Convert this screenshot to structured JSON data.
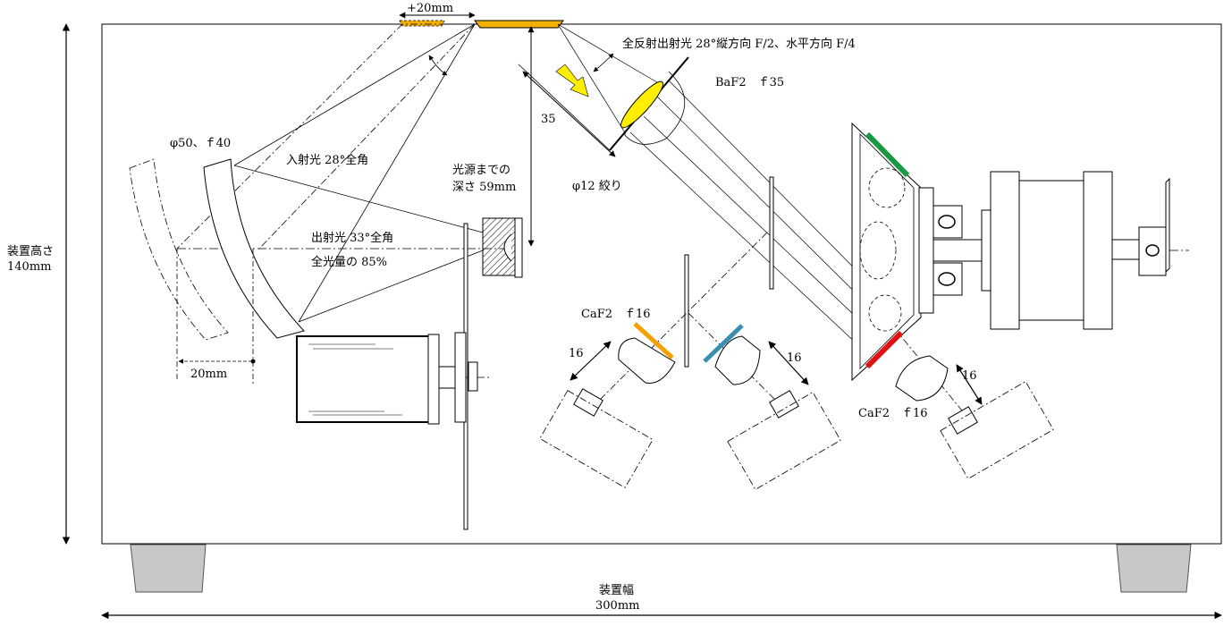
{
  "labels": {
    "offset": "+20mm",
    "exit_light": "全反射出射光 28°縦方向 F/2、水平方向 F/4",
    "baf2": "BaF2　ｆ35",
    "mirror": "φ50、ｆ40",
    "incident": "入射光 28°全角",
    "depth_1": "光源までの",
    "depth_2": "深さ 59mm",
    "aperture": "φ12 絞り",
    "dist_35": "35",
    "output_1": "出射光 33°全角",
    "output_2": "全光量の 85%",
    "height_1": "装置高さ",
    "height_2": "140mm",
    "dist_20": "20mm",
    "caf2_left": "CaF2　ｆ16",
    "caf2_right": "CaF2　ｆ16",
    "d16_a": "16",
    "d16_b": "16",
    "d16_c": "16",
    "width_1": "装置幅",
    "width_2": "300mm"
  },
  "colors": {
    "source_mirror": "#f5b000",
    "lens_yellow": "#ffee00",
    "arrow_yellow": "#ffee00",
    "filter_orange": "#f5a000",
    "filter_blue": "#3a8fb0",
    "filter_green": "#1a9a40",
    "filter_red": "#e01010",
    "foot": "#c8c8c8"
  }
}
